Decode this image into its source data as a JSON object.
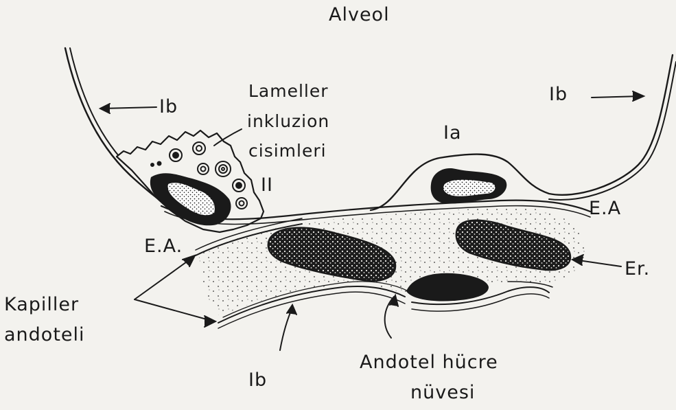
{
  "labels": {
    "alveol": "Alveol",
    "ib_left": "Ib",
    "ib_right": "Ib",
    "ib_bottom": "Ib",
    "lameller_1": "Lameller",
    "lameller_2": "inkluzion",
    "lameller_3": "cisimleri",
    "type2": "II",
    "ia": "Ia",
    "ea_right": "E.A",
    "ea_left": "E.A.",
    "kapiller_1": "Kapiller",
    "kapiller_2": "andoteli",
    "er": "Er.",
    "nucleus_1": "Andotel hücre",
    "nucleus_2": "nüvesi"
  },
  "colors": {
    "ink": "#1a1a1a",
    "paper": "#f3f2ee"
  }
}
